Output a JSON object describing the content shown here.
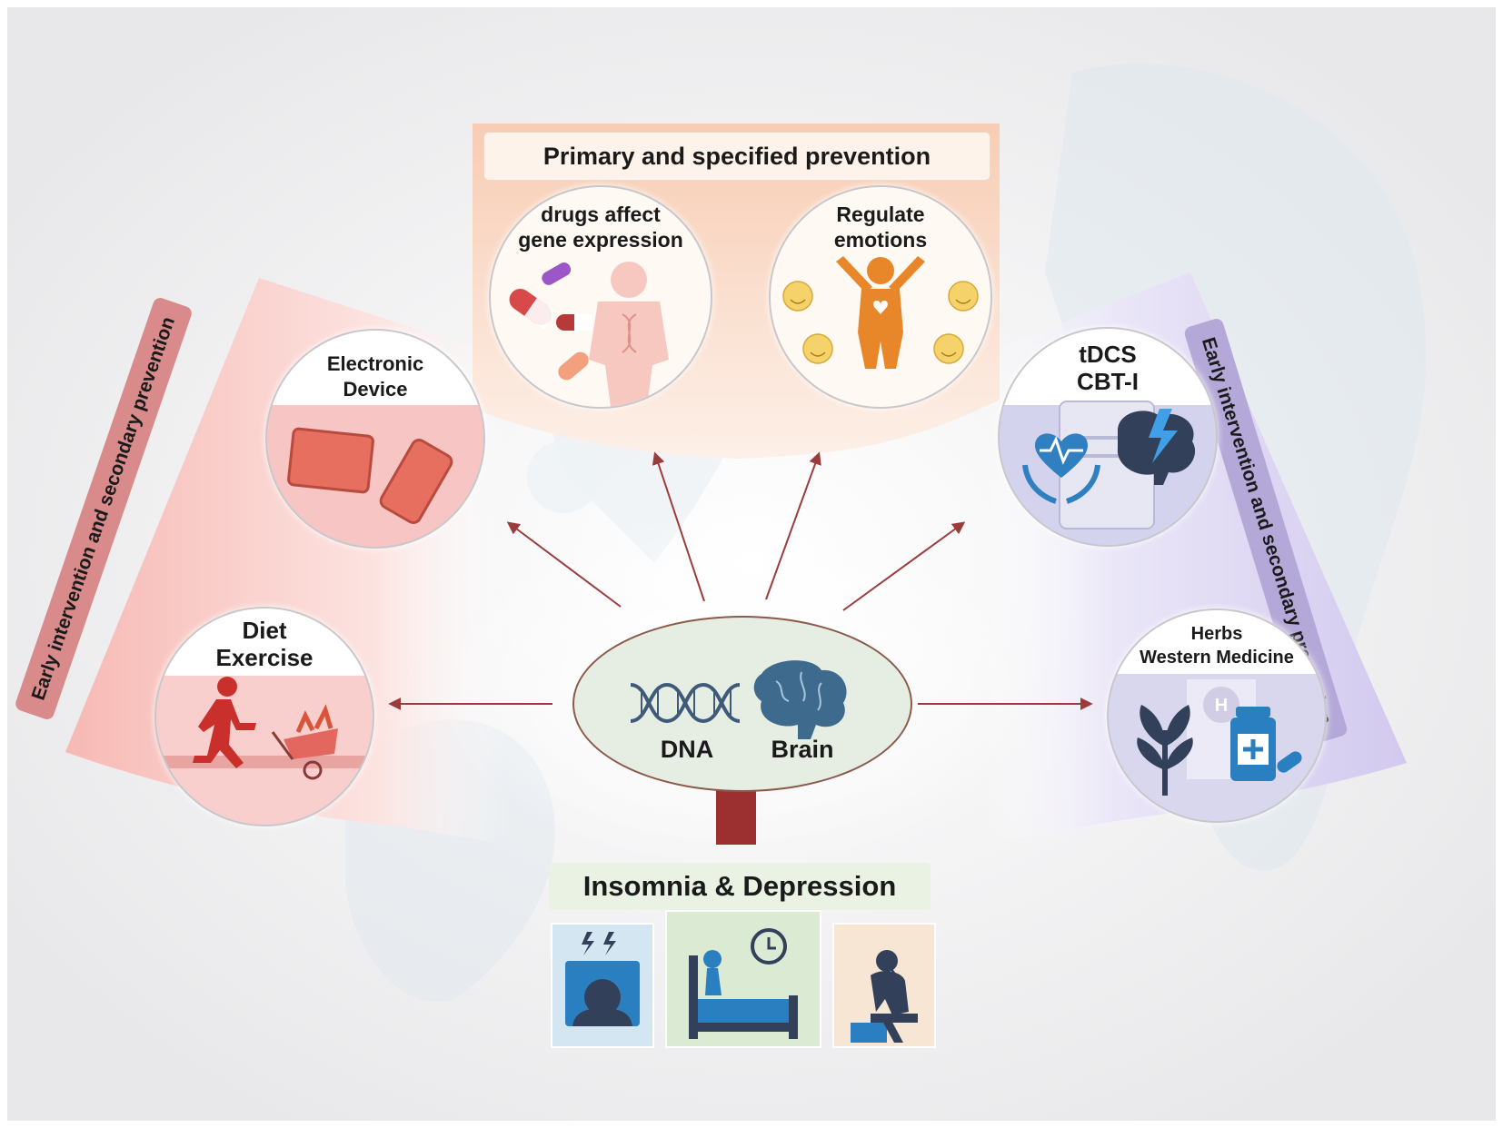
{
  "top_panel": {
    "title": "Primary and specified prevention",
    "drugs": {
      "line1": "drugs affect",
      "line2": "gene expression"
    },
    "emotions": {
      "line1": "Regulate",
      "line2": "emotions"
    }
  },
  "left_panel": {
    "vertical_label": "Early intervention and secondary prevention",
    "electronic": {
      "line1": "Electronic",
      "line2": "Device"
    },
    "diet": {
      "line1": "Diet",
      "line2": "Exercise"
    }
  },
  "right_panel": {
    "vertical_label": "Early intervention and secondary prevention",
    "tdcs": {
      "line1": "tDCS",
      "line2": "CBT-I"
    },
    "herbs": {
      "line1": "Herbs",
      "line2": "Western Medicine"
    }
  },
  "center": {
    "dna_label": "DNA",
    "brain_label": "Brain"
  },
  "bottom": {
    "title": "Insomnia & Depression"
  },
  "icons": [
    "pill-icon",
    "human-body-dna-icon",
    "smiley-icon",
    "happy-person-icon",
    "tablet-icon",
    "smartphone-icon",
    "running-person-icon",
    "wheelbarrow-icon",
    "heart-hands-icon",
    "brain-bolt-icon",
    "clipboard-icon",
    "plant-icon",
    "hospital-icon",
    "medicine-bottle-icon",
    "dna-icon",
    "brain-icon",
    "head-bolt-icon",
    "bed-clock-icon",
    "sad-person-icon"
  ],
  "colors": {
    "left": "#f6b8b4",
    "right": "#cfc6ec",
    "top": "#f8d7c4",
    "arrow": "#9c3b3b",
    "center_ellipse": "#e4ede2"
  }
}
